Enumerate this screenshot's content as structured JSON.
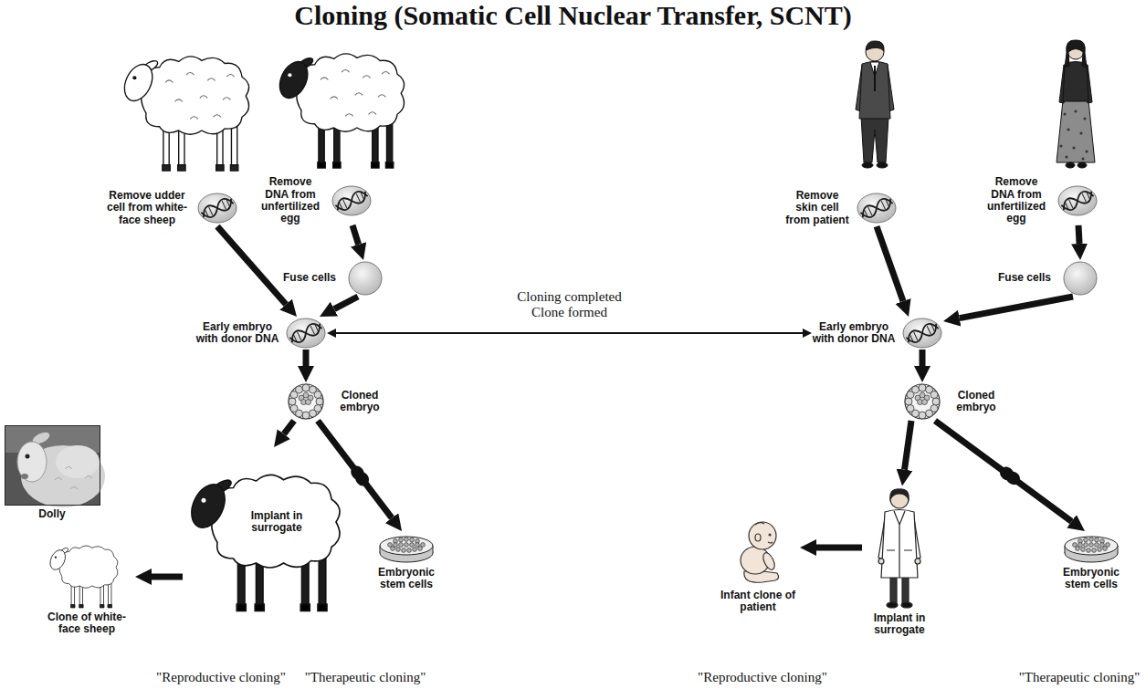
{
  "diagram": {
    "title": "Cloning (Somatic Cell Nuclear Transfer, SCNT)",
    "nodes": [
      {
        "text": [
          "Remove udder cell from white-face sheep"
        ]
      },
      {
        "text": [
          "Remove DNA from unfertilized egg"
        ]
      },
      {
        "text": [
          "Fuse cells"
        ]
      },
      {
        "text": [
          "Early embryo with donor DNA"
        ]
      },
      {
        "text": [
          "Cloned embryo"
        ]
      },
      {
        "text": [
          "Implant in surrogate"
        ]
      },
      {
        "text": [
          "Embryonic stem cells"
        ]
      },
      {
        "text": [
          "Clone of white-face sheep"
        ]
      },
      {
        "text": [
          "Dolly"
        ]
      },
      {
        "text": [
          "Remove skin cell from patient"
        ]
      },
      {
        "text": [
          "Remove DNA from unfertilized egg"
        ]
      },
      {
        "text": [
          "Fuse cells"
        ]
      },
      {
        "text": [
          "Early embryo with donor DNA"
        ]
      },
      {
        "text": [
          "Cloned embryo"
        ]
      },
      {
        "text": [
          "Implant in surrogate"
        ]
      },
      {
        "text": [
          "Embryonic stem cells"
        ]
      },
      {
        "text": [
          "Infant clone of patient"
        ]
      }
    ],
    "edges": [
      {
        "from": 0,
        "to": 3,
        "arrow": "to"
      },
      {
        "from": 1,
        "to": 2,
        "arrow": "to"
      },
      {
        "from": 2,
        "to": 3,
        "arrow": "to"
      },
      {
        "from": 3,
        "to": 12,
        "label": "Cloning completed Clone formed",
        "arrow": "both"
      },
      {
        "from": 9,
        "to": 12,
        "arrow": "to"
      },
      {
        "from": 10,
        "to": 11,
        "arrow": "to"
      },
      {
        "from": 11,
        "to": 12,
        "arrow": "to"
      },
      {
        "from": 3,
        "to": 4,
        "arrow": "to"
      },
      {
        "from": 4,
        "to": 5,
        "arrow": "to"
      },
      {
        "from": 4,
        "to": 6,
        "arrow": "to"
      },
      {
        "from": 5,
        "to": 7,
        "arrow": "to"
      },
      {
        "from": 12,
        "to": 13,
        "arrow": "to"
      },
      {
        "from": 13,
        "to": 14,
        "arrow": "to"
      },
      {
        "from": 13,
        "to": 15,
        "arrow": "to"
      },
      {
        "from": 14,
        "to": 16,
        "arrow": "to"
      }
    ],
    "labels": [
      "\"Reproductive cloning\"",
      "\"Therapeutic cloning\"",
      "\"Reproductive cloning\"",
      "\"Therapeutic cloning\""
    ]
  }
}
